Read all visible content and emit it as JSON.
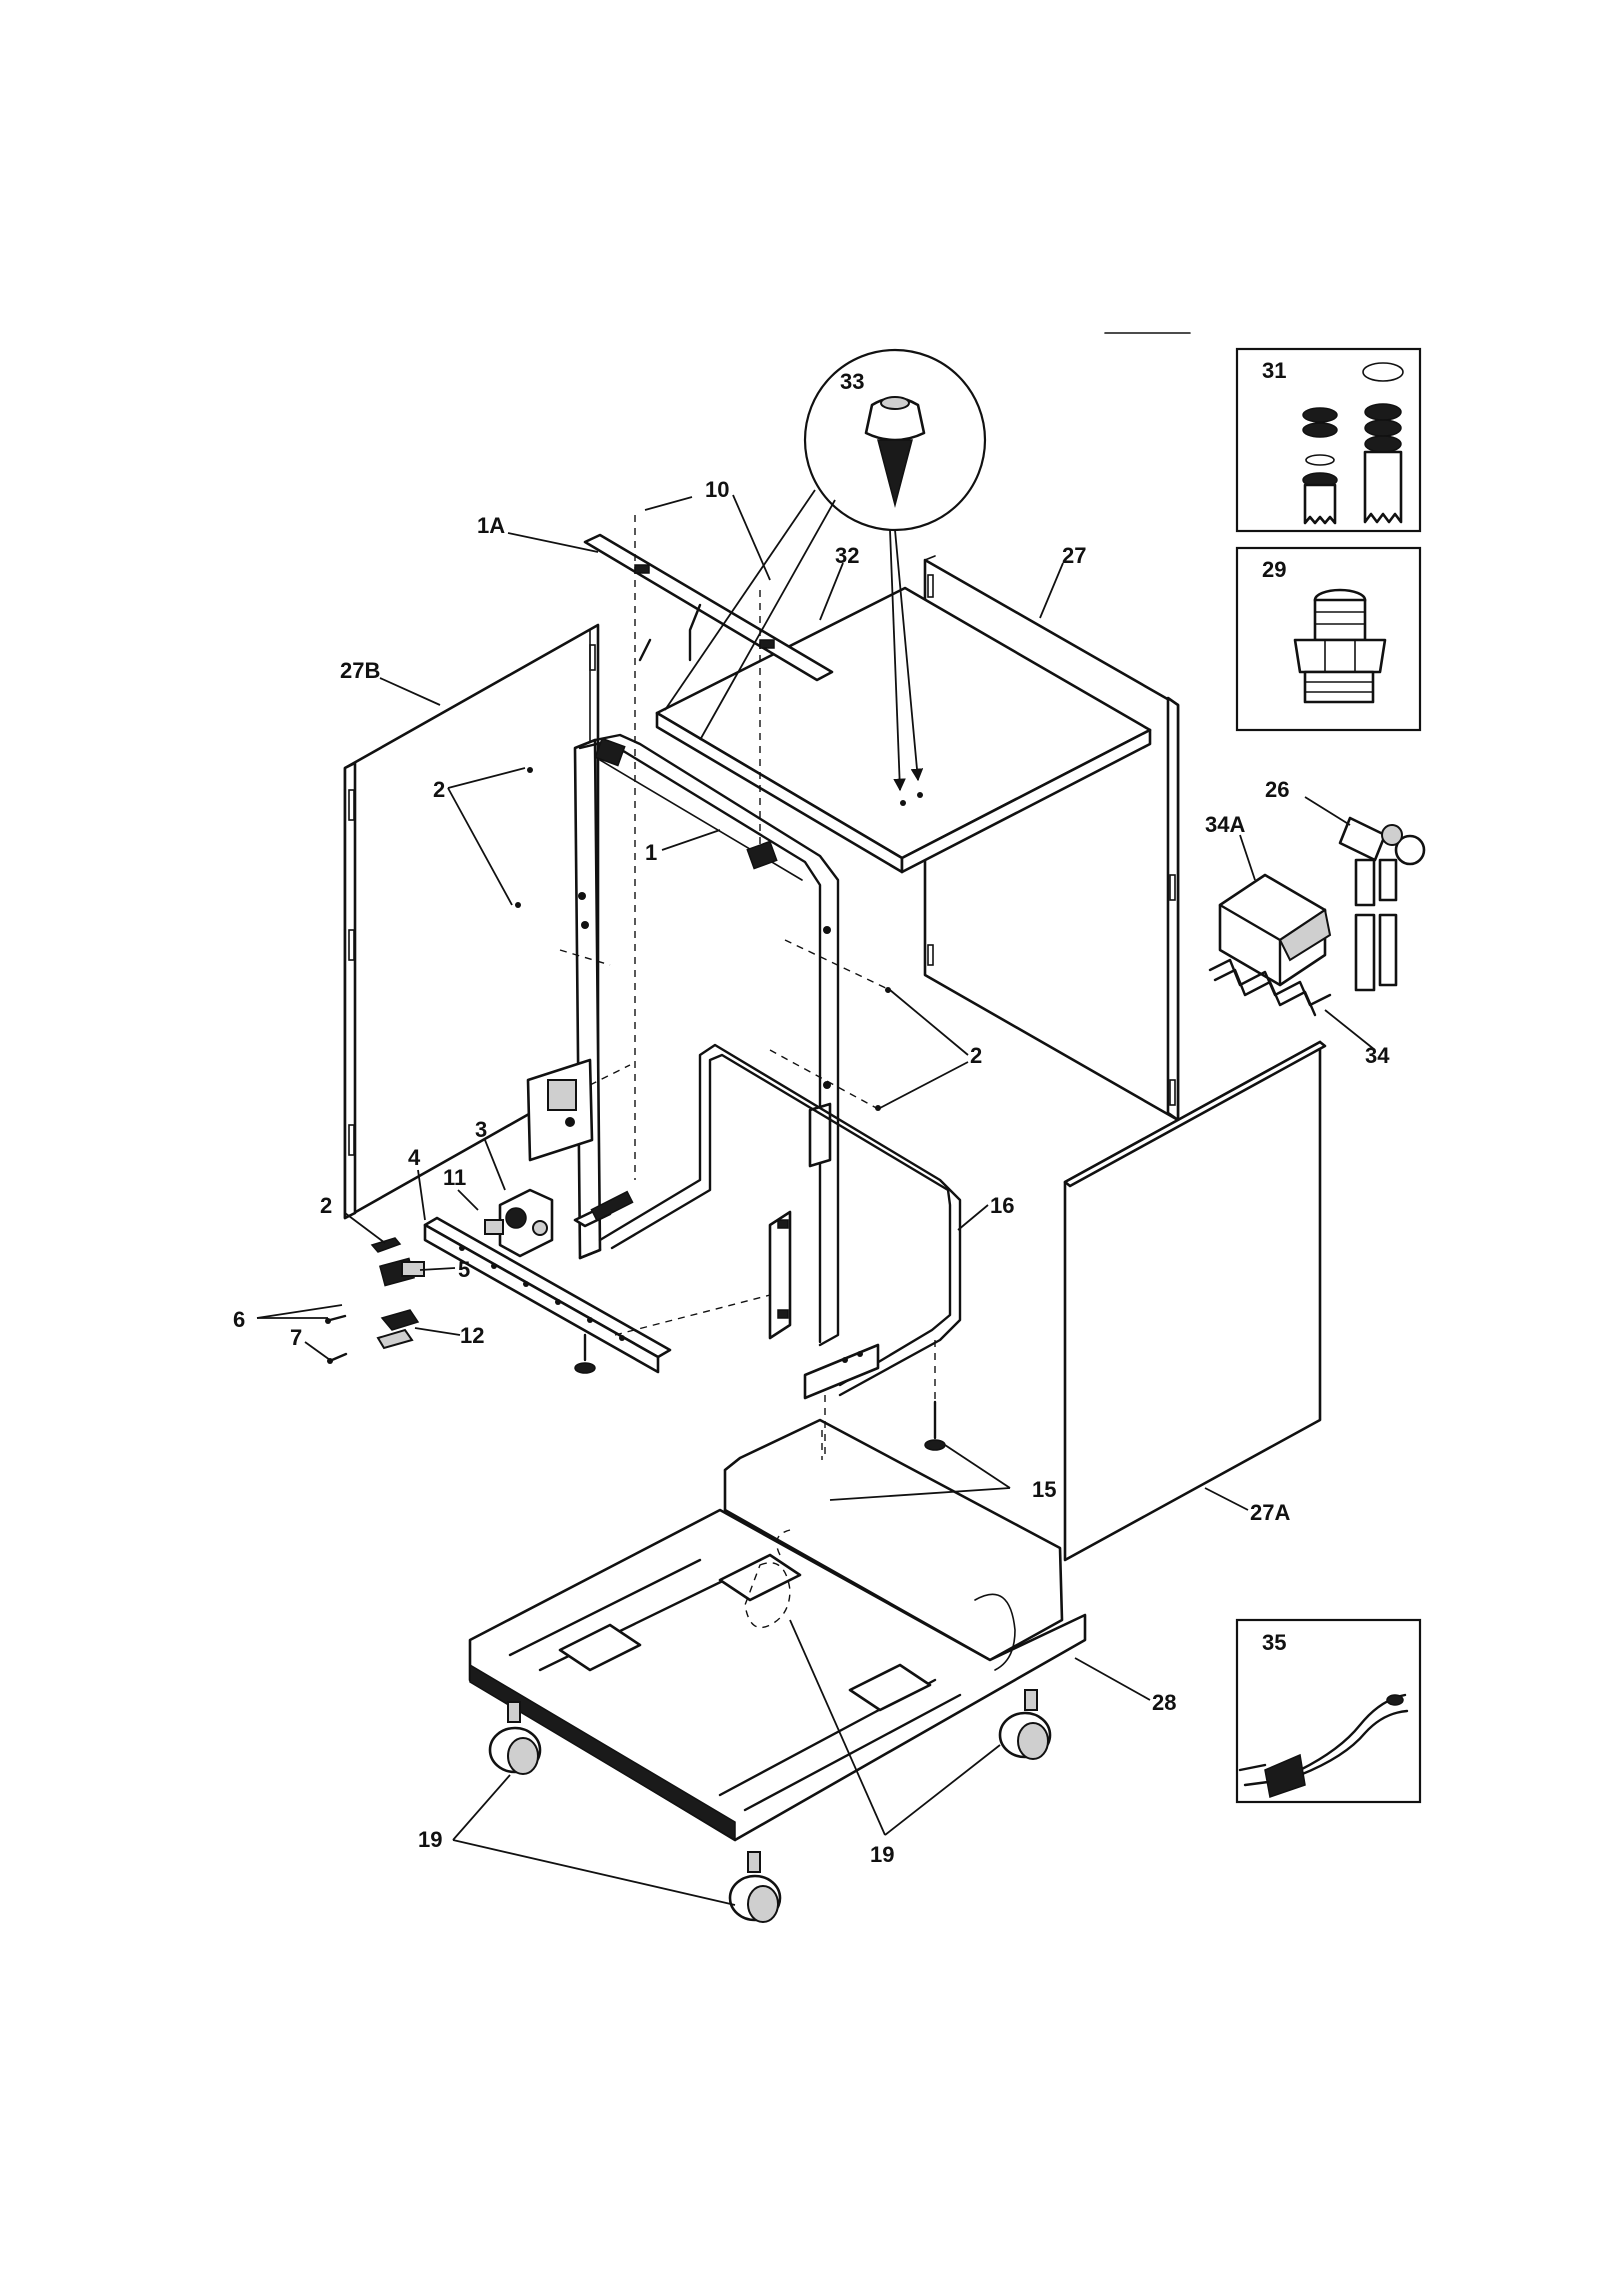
{
  "callouts": {
    "c1": "1",
    "c1A": "1A",
    "c2a": "2",
    "c2b": "2",
    "c2c": "2",
    "c3": "3",
    "c4": "4",
    "c5": "5",
    "c6": "6",
    "c7": "7",
    "c10": "10",
    "c11": "11",
    "c12": "12",
    "c15": "15",
    "c16": "16",
    "c19a": "19",
    "c19b": "19",
    "c26": "26",
    "c27": "27",
    "c27A": "27A",
    "c27B": "27B",
    "c28": "28",
    "c29": "29",
    "c31": "31",
    "c32": "32",
    "c33": "33",
    "c34": "34",
    "c34A": "34A",
    "c35": "35"
  }
}
